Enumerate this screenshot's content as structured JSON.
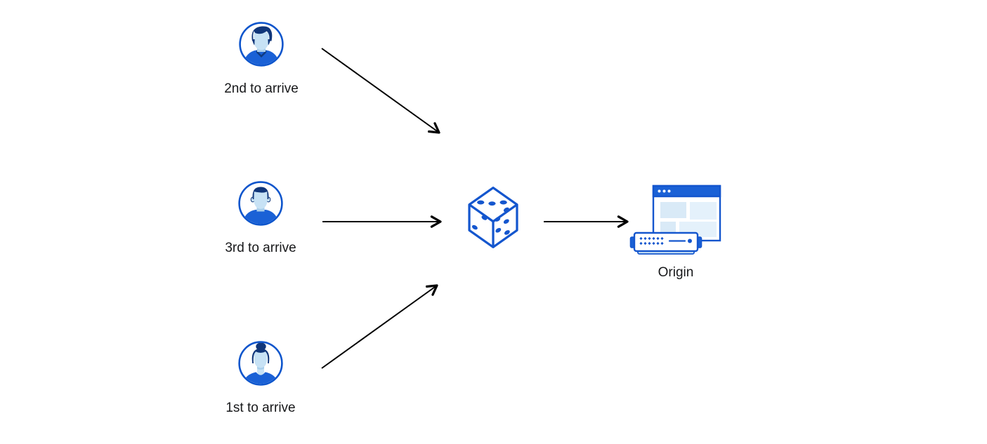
{
  "diagram": {
    "title": "random request ordering to origin",
    "users": [
      {
        "label": "2nd to arrive",
        "icon": "man-swoop-hair-avatar-icon",
        "position": "top"
      },
      {
        "label": "3rd to arrive",
        "icon": "man-short-hair-avatar-icon",
        "position": "middle"
      },
      {
        "label": "1st to arrive",
        "icon": "woman-bun-hair-avatar-icon",
        "position": "bottom"
      }
    ],
    "randomizer": {
      "icon": "dice-icon",
      "label": ""
    },
    "origin": {
      "label": "Origin",
      "icon": "origin-server-icon"
    },
    "arrows": [
      {
        "name": "arrow-user-top-to-dice",
        "from": "2nd to arrive",
        "to": "dice"
      },
      {
        "name": "arrow-user-middle-to-dice",
        "from": "3rd to arrive",
        "to": "dice"
      },
      {
        "name": "arrow-user-bottom-to-dice",
        "from": "1st to arrive",
        "to": "dice"
      },
      {
        "name": "arrow-dice-to-origin",
        "from": "dice",
        "to": "Origin"
      }
    ],
    "colors": {
      "accent_blue": "#1456CE",
      "dark_navy": "#10367A",
      "light_blue": "#C7E2F5",
      "panel_blue": "#D9EAF7",
      "panel_blue_light": "#E4F1FB",
      "arrow": "#000000",
      "text": "#17181a",
      "background": "#ffffff"
    }
  }
}
